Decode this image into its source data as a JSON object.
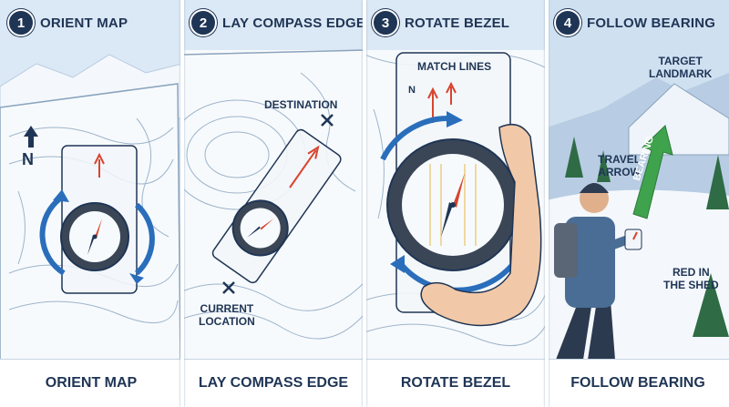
{
  "steps": [
    {
      "number": "1",
      "title": "ORIENT MAP",
      "caption": "ORIENT MAP",
      "labels": {
        "north": "N"
      }
    },
    {
      "number": "2",
      "title": "LAY COMPASS EDGE",
      "caption": "LAY COMPASS EDGE",
      "labels": {
        "destination": "DESTINATION",
        "current_location": "CURRENT\nLOCATION"
      }
    },
    {
      "number": "3",
      "title": "ROTATE BEZEL",
      "caption": "ROTATE BEZEL",
      "labels": {
        "match_lines": "MATCH LINES",
        "north": "N"
      }
    },
    {
      "number": "4",
      "title": "FOLLOW BEARING",
      "caption": "FOLLOW BEARING",
      "labels": {
        "target_landmark": "TARGET\nLANDMARK",
        "travel_arrow": "TRAVEL\nARROW",
        "bearing": "BEARING",
        "red_in_the_shed": "RED IN\nTHE SHED"
      }
    }
  ],
  "colors": {
    "navy": "#1f3555",
    "blue_arrow": "#2a6ebb",
    "red": "#d9442e",
    "green": "#3fa34d",
    "sky": "#dbe8f5",
    "map_line": "#9db4cc"
  }
}
